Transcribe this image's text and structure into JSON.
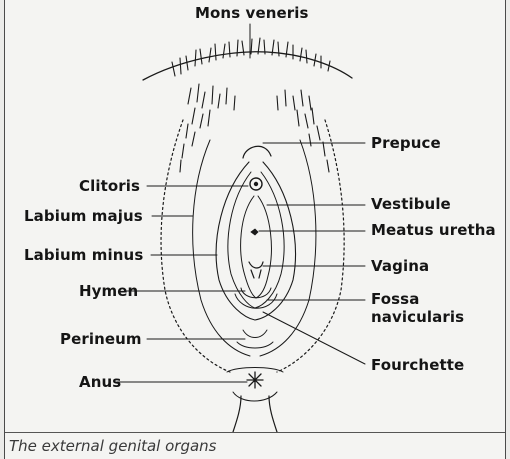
{
  "labels": {
    "mons_veneris": "Mons veneris",
    "prepuce": "Prepuce",
    "clitoris": "Clitoris",
    "vestibule": "Vestibule",
    "labium_majus": "Labium majus",
    "meatus_uretha": "Meatus uretha",
    "labium_minus": "Labium minus",
    "vagina": "Vagina",
    "hymen": "Hymen",
    "fossa_line1": "Fossa",
    "fossa_line2": "navicularis",
    "perineum": "Perineum",
    "fourchette": "Fourchette",
    "anus": "Anus"
  },
  "caption": "The external genital organs",
  "colors": {
    "ink": "#151515",
    "paper": "#f4f4f2"
  }
}
